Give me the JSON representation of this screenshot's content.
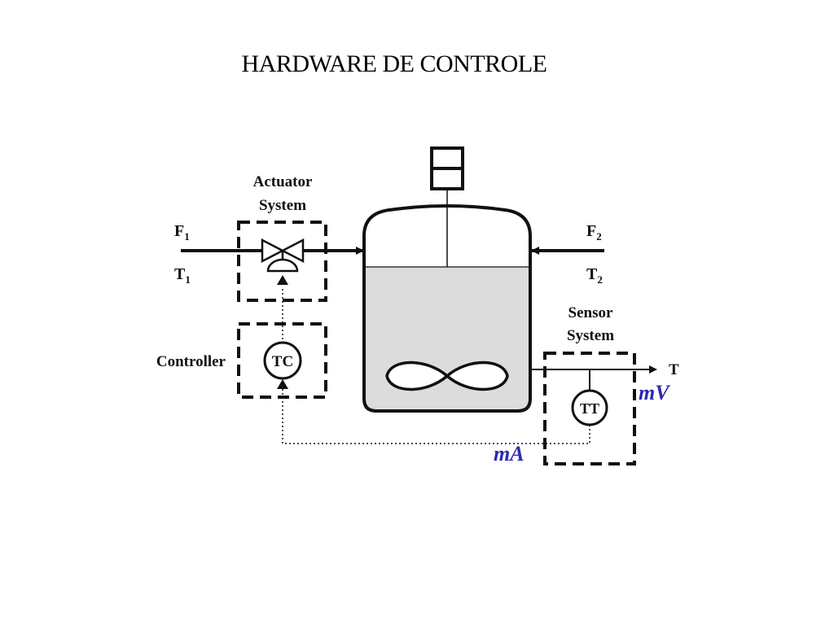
{
  "title": "HARDWARE DE CONTROLE",
  "labels": {
    "actuator_line1": "Actuator",
    "actuator_line2": "System",
    "sensor_line1": "Sensor",
    "sensor_line2": "System",
    "controller": "Controller",
    "tc": "TC",
    "tt": "TT",
    "f1": "F",
    "f1_sub": "1",
    "t1": "T",
    "t1_sub": "1",
    "f2": "F",
    "f2_sub": "2",
    "t2": "T",
    "t2_sub": "2",
    "t_out": "T"
  },
  "annotations": {
    "mv": "mV",
    "ma": "mA"
  },
  "colors": {
    "annotation": "#2b2bb0",
    "liquid": "#dcdcdc",
    "line": "#111111"
  }
}
